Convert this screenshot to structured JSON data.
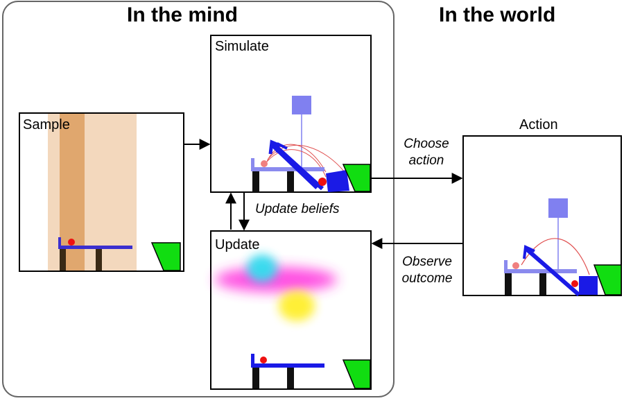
{
  "headings": {
    "mind": "In the mind",
    "world": "In the world"
  },
  "panels": {
    "sample": "Sample",
    "simulate": "Simulate",
    "update": "Update",
    "action": "Action"
  },
  "arrow_labels": {
    "choose_action": [
      "Choose",
      "action"
    ],
    "update_beliefs": "Update beliefs",
    "observe_outcome": [
      "Observe",
      "outcome"
    ]
  },
  "colors": {
    "ball": "#ee1111",
    "ball_predicted": "#f08080",
    "plank_dark": "#1a1ae6",
    "plank_light": "#8a8aee",
    "goal": "#11dd11",
    "leg": "#111111",
    "sample_band": "#f3d8bd",
    "sample_band_core": "#e0a76e",
    "belief_magenta": "#ff33dd",
    "belief_cyan": "#33ddee",
    "belief_yellow": "#ffee22",
    "trajectory": "#e05050"
  }
}
